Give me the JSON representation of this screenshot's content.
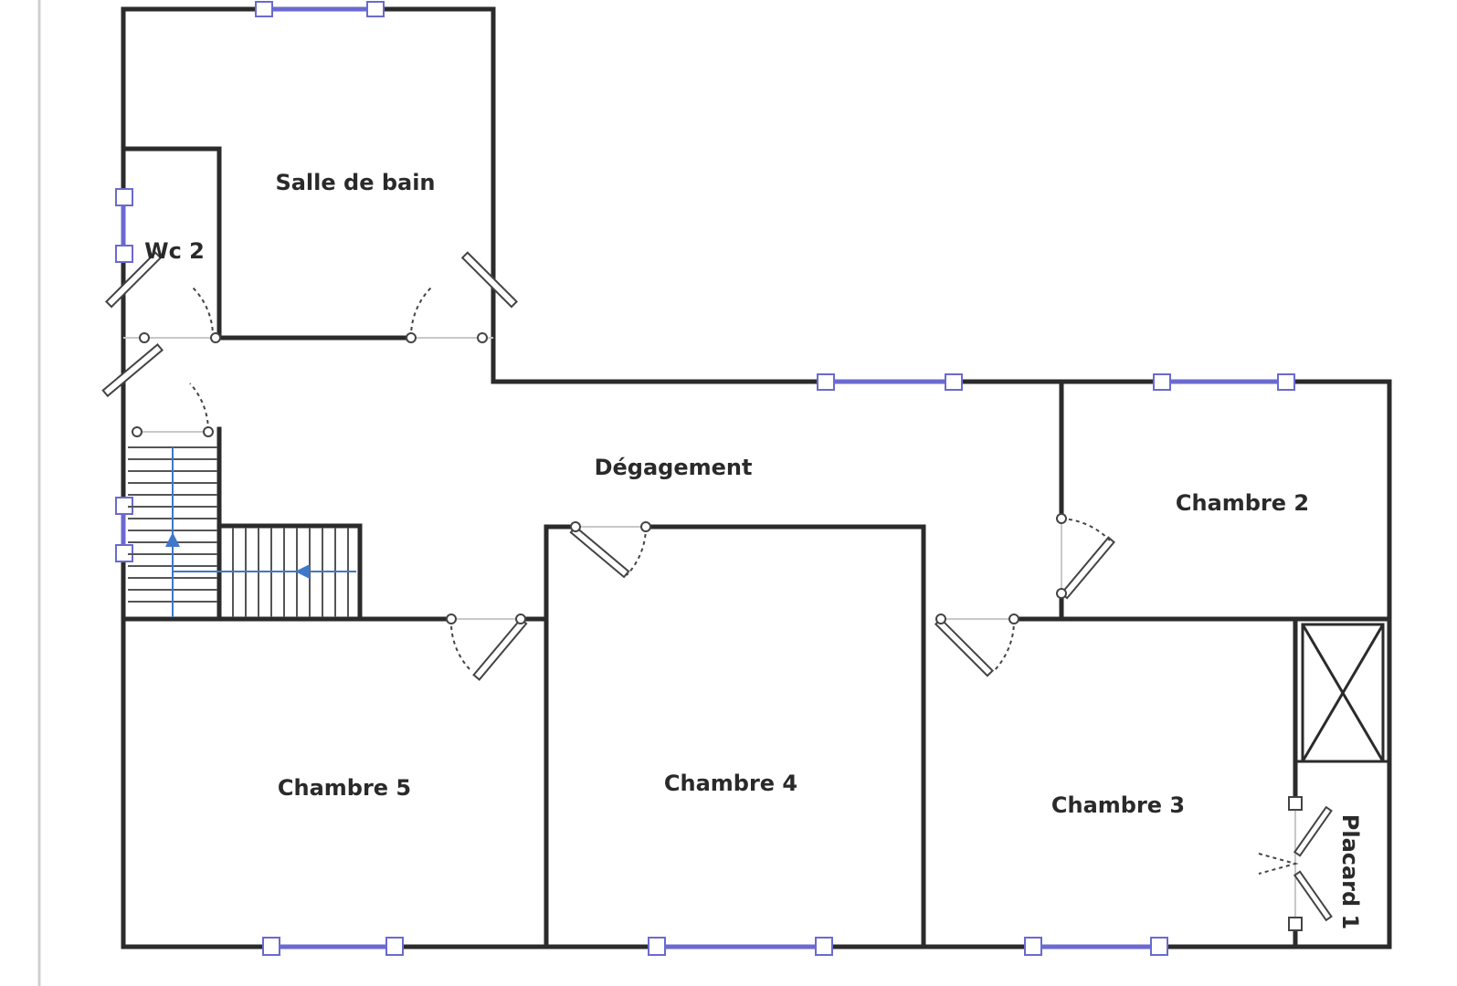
{
  "rooms": {
    "salle_de_bain": "Salle de bain",
    "wc2": "Wc 2",
    "degagement": "Dégagement",
    "chambre2": "Chambre 2",
    "chambre3": "Chambre 3",
    "chambre4": "Chambre 4",
    "chambre5": "Chambre 5",
    "placard1": "Placard 1"
  },
  "colors": {
    "wall": "#2b2b2b",
    "window": "#6a6ad0",
    "stairs_arrow": "#3f78c8",
    "door": "#444444",
    "frame_line": "#c8c8c8"
  }
}
